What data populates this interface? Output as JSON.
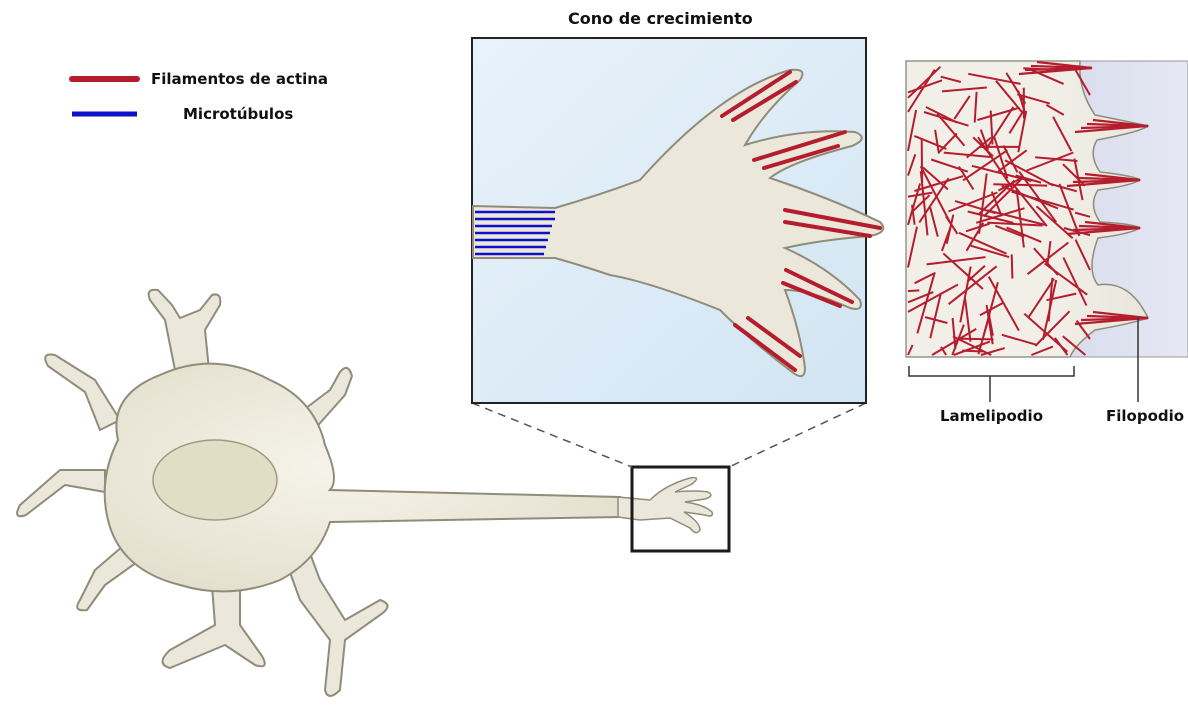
{
  "legend": {
    "items": [
      {
        "label": "Filamentos de actina",
        "color": "#b51d2e"
      },
      {
        "label": "Microtúbulos",
        "color": "#1010c8"
      }
    ]
  },
  "panels": {
    "growth_cone_title": "Cono de crecimiento",
    "lamellipodium_label": "Lamelipodio",
    "filopodium_label": "Filopodio"
  },
  "colors": {
    "cell_fill": "#ebe8db",
    "cell_stroke": "#8f8c7a",
    "nucleus_fill": "#e2dec6",
    "panel_bg": "#dcebf6",
    "zoom_bg_right": "#ccd0e8",
    "actin": "#b51d2e",
    "microtubule": "#1010c8"
  }
}
